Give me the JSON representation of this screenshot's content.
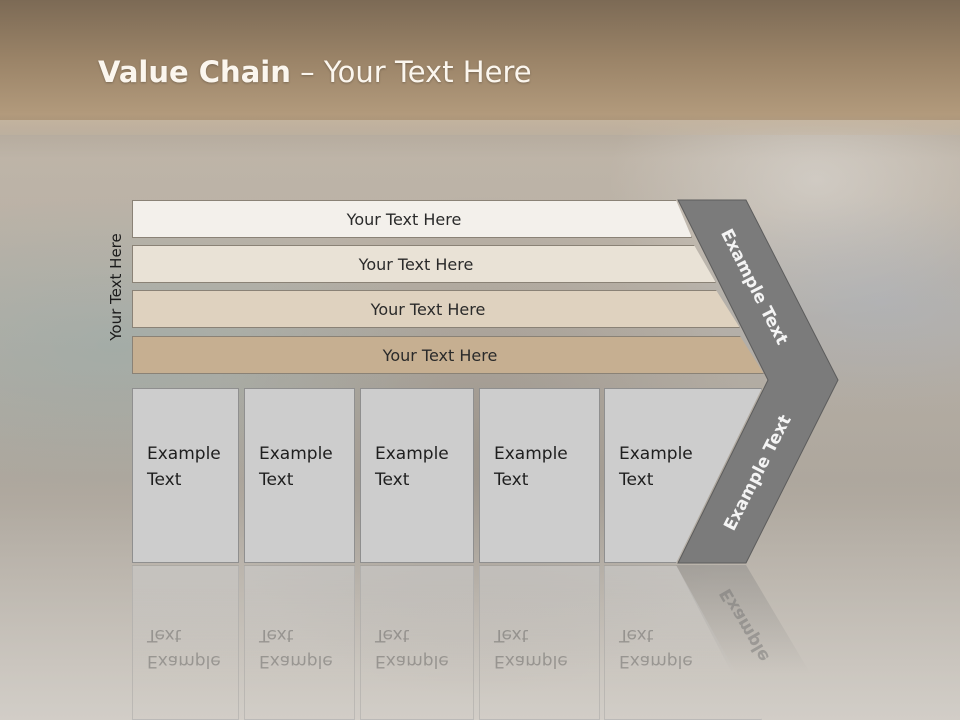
{
  "title": {
    "bold": "Value Chain",
    "separator": " – ",
    "rest": "Your Text Here"
  },
  "side_label": "Your Text Here",
  "bars": [
    {
      "label": "Your Text Here",
      "color": "#f3f0eb"
    },
    {
      "label": "Your Text Here",
      "color": "#e9e2d6"
    },
    {
      "label": "Your Text Here",
      "color": "#dfd2bf"
    },
    {
      "label": "Your Text Here",
      "color": "#c6af91"
    }
  ],
  "boxes": [
    {
      "line1": "Example",
      "line2": "Text"
    },
    {
      "line1": "Example",
      "line2": "Text"
    },
    {
      "line1": "Example",
      "line2": "Text"
    },
    {
      "line1": "Example",
      "line2": "Text"
    },
    {
      "line1": "Example",
      "line2": "Text"
    }
  ],
  "chevron": {
    "upper_label": "Example Text",
    "lower_label": "Example Text",
    "color": "#7b7b7b"
  },
  "reflection_fragment": "Example"
}
